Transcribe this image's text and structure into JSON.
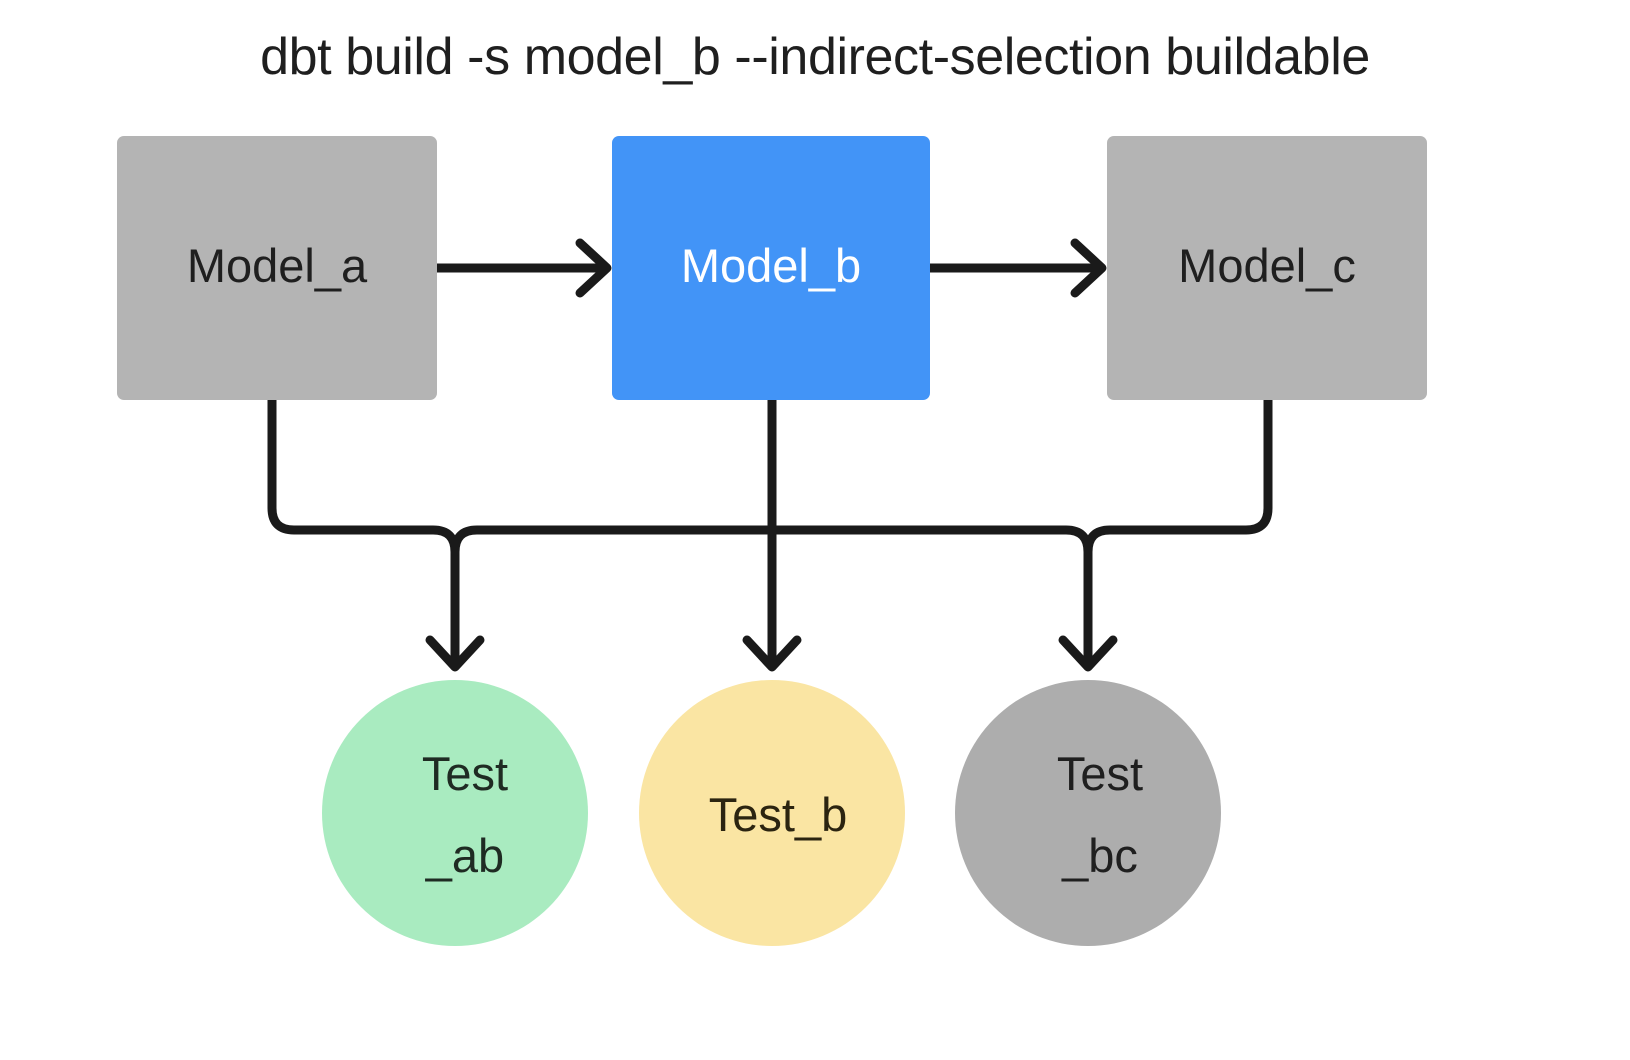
{
  "diagram": {
    "title": "dbt build -s model_b --indirect-selection buildable",
    "background_color": "#ffffff",
    "edge_color": "#1a1a1a",
    "nodes": {
      "model_a": {
        "label": "Model_a",
        "shape": "rectangle",
        "fill": "#b4b4b4",
        "text_color": "#1f1f1f"
      },
      "model_b": {
        "label": "Model_b",
        "shape": "rectangle",
        "fill": "#4294f7",
        "text_color": "#ffffff"
      },
      "model_c": {
        "label": "Model_c",
        "shape": "rectangle",
        "fill": "#b4b4b4",
        "text_color": "#1f1f1f"
      },
      "test_ab": {
        "label": "Test\n_ab",
        "shape": "circle",
        "fill": "#a9ebc0",
        "text_color": "#1f2b23"
      },
      "test_b": {
        "label": "Test_b",
        "shape": "circle",
        "fill": "#fae5a3",
        "text_color": "#2b2410"
      },
      "test_bc": {
        "label": "Test\n_bc",
        "shape": "circle",
        "fill": "#adadad",
        "text_color": "#1f1f1f"
      }
    },
    "edges": [
      {
        "from": "model_a",
        "to": "model_b",
        "style": "straight-arrow"
      },
      {
        "from": "model_b",
        "to": "model_c",
        "style": "straight-arrow"
      },
      {
        "from": "model_a",
        "to": "test_ab",
        "style": "elbow-arrow"
      },
      {
        "from": "model_b",
        "to": "test_ab",
        "style": "elbow-arrow"
      },
      {
        "from": "model_b",
        "to": "test_b",
        "style": "elbow-arrow"
      },
      {
        "from": "model_c",
        "to": "test_bc",
        "style": "elbow-arrow"
      },
      {
        "from": "model_b",
        "to": "test_bc",
        "style": "elbow-arrow"
      }
    ]
  }
}
